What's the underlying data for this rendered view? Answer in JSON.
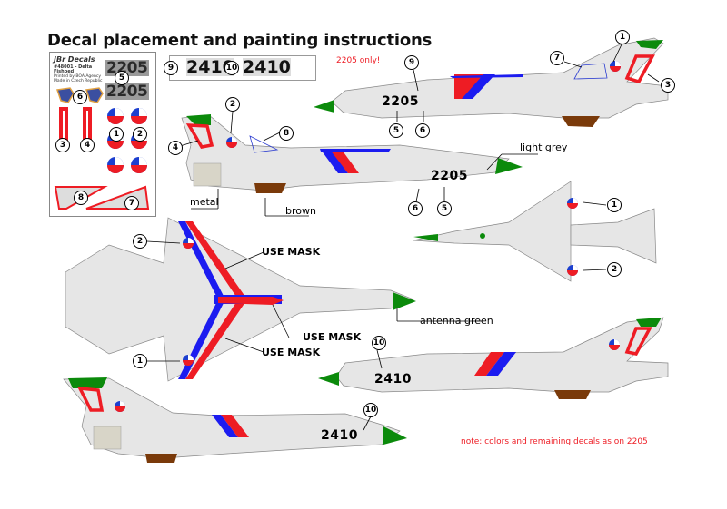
{
  "page": {
    "title": "Decal placement and painting instructions"
  },
  "decal_sheet": {
    "brand": "JBr Decals",
    "kit_name": "#48001 - Delta Fishbed",
    "kit_lines": [
      "Printed by BOA Agency",
      "Made in Czech Republic"
    ],
    "serials": [
      "2205",
      "2205"
    ],
    "callouts": [
      "5",
      "6",
      "1",
      "2",
      "3",
      "4",
      "8",
      "7"
    ]
  },
  "serial_strip": {
    "callouts": [
      "9",
      "10"
    ],
    "values": [
      "2410",
      "2410"
    ]
  },
  "notes": {
    "only_2205": "2205 only!",
    "bottom_note": "note: colors and remaining decals as on 2205"
  },
  "paint_labels": {
    "light_grey": "light grey",
    "metal": "metal",
    "brown": "brown",
    "antenna_green": "antenna green",
    "use_mask_1": "USE MASK",
    "use_mask_2": "USE MASK",
    "use_mask_3": "USE MASK"
  },
  "aircraft": {
    "left_side_2205_top": {
      "serial": "2205",
      "callouts": [
        "9",
        "7",
        "1",
        "3",
        "5",
        "6"
      ]
    },
    "right_side_2205": {
      "serial": "2205",
      "callouts": [
        "2",
        "8",
        "4",
        "6",
        "5"
      ]
    },
    "underside": {
      "callouts": [
        "1",
        "2"
      ]
    },
    "top_view": {
      "callouts": [
        "2",
        "1"
      ]
    },
    "left_side_2410": {
      "serial": "2410",
      "callouts": [
        "10"
      ]
    },
    "right_side_2410": {
      "serial": "2410",
      "callouts": [
        "10"
      ]
    }
  },
  "colors": {
    "red": "#ee1c24",
    "blue": "#1c1cf0",
    "green": "#0b8a0b",
    "brown": "#7a3a0a",
    "light_grey": "#e6e6e6",
    "metal": "#d8d5c8"
  }
}
